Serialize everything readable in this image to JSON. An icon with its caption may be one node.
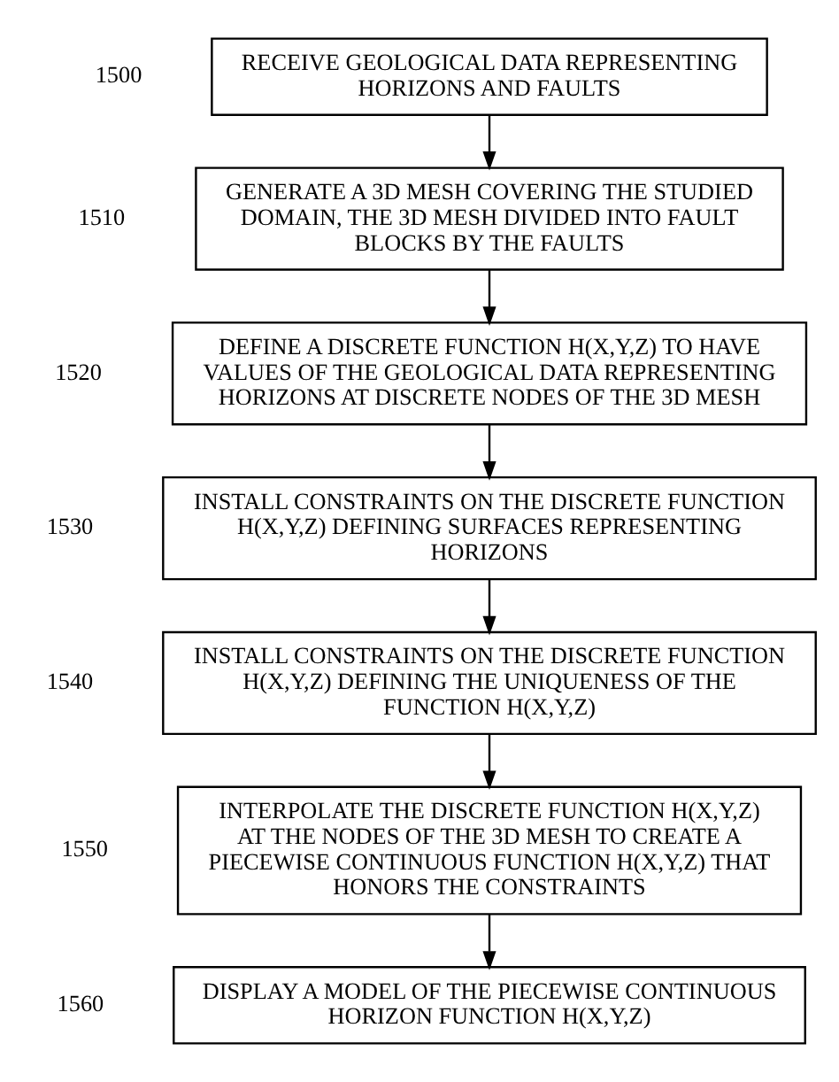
{
  "diagram": {
    "nodes": [
      {
        "text": [
          "RECEIVE GEOLOGICAL DATA REPRESENTING HORIZONS AND FAULTS"
        ],
        "beside": [
          "1500"
        ]
      },
      {
        "text": [
          "GENERATE A 3D MESH COVERING THE STUDIED DOMAIN, THE 3D MESH DIVIDED INTO FAULT BLOCKS BY THE FAULTS"
        ],
        "beside": [
          "1510"
        ]
      },
      {
        "text": [
          "DEFINE A DISCRETE FUNCTION H(X,Y,Z) TO HAVE VALUES OF THE GEOLOGICAL DATA REPRESENTING HORIZONS AT DISCRETE NODES OF THE 3D MESH"
        ],
        "beside": [
          "1520"
        ]
      },
      {
        "text": [
          "INSTALL CONSTRAINTS ON THE DISCRETE FUNCTION H(X,Y,Z) DEFINING SURFACES REPRESENTING HORIZONS"
        ],
        "beside": [
          "1530"
        ]
      },
      {
        "text": [
          "INSTALL CONSTRAINTS ON THE DISCRETE FUNCTION H(X,Y,Z) DEFINING THE UNIQUENESS OF THE FUNCTION H(X,Y,Z)"
        ],
        "beside": [
          "1540"
        ]
      },
      {
        "text": [
          "INTERPOLATE THE DISCRETE FUNCTION H(X,Y,Z) AT THE NODES OF THE 3D MESH TO CREATE A PIECEWISE CONTINUOUS FUNCTION H(X,Y,Z) THAT HONORS THE CONSTRAINTS"
        ],
        "beside": [
          "1550"
        ]
      },
      {
        "text": [
          "DISPLAY A MODEL OF THE PIECEWISE CONTINUOUS HORIZON FUNCTION H(X,Y,Z)"
        ],
        "beside": [
          "1560"
        ]
      }
    ],
    "edges": [
      {
        "from": 0,
        "to": 1,
        "arrow": "to"
      },
      {
        "from": 1,
        "to": 2,
        "arrow": "to"
      },
      {
        "from": 2,
        "to": 3,
        "arrow": "to"
      },
      {
        "from": 3,
        "to": 4,
        "arrow": "to"
      },
      {
        "from": 4,
        "to": 5,
        "arrow": "to"
      },
      {
        "from": 5,
        "to": 6,
        "arrow": "to"
      }
    ]
  }
}
